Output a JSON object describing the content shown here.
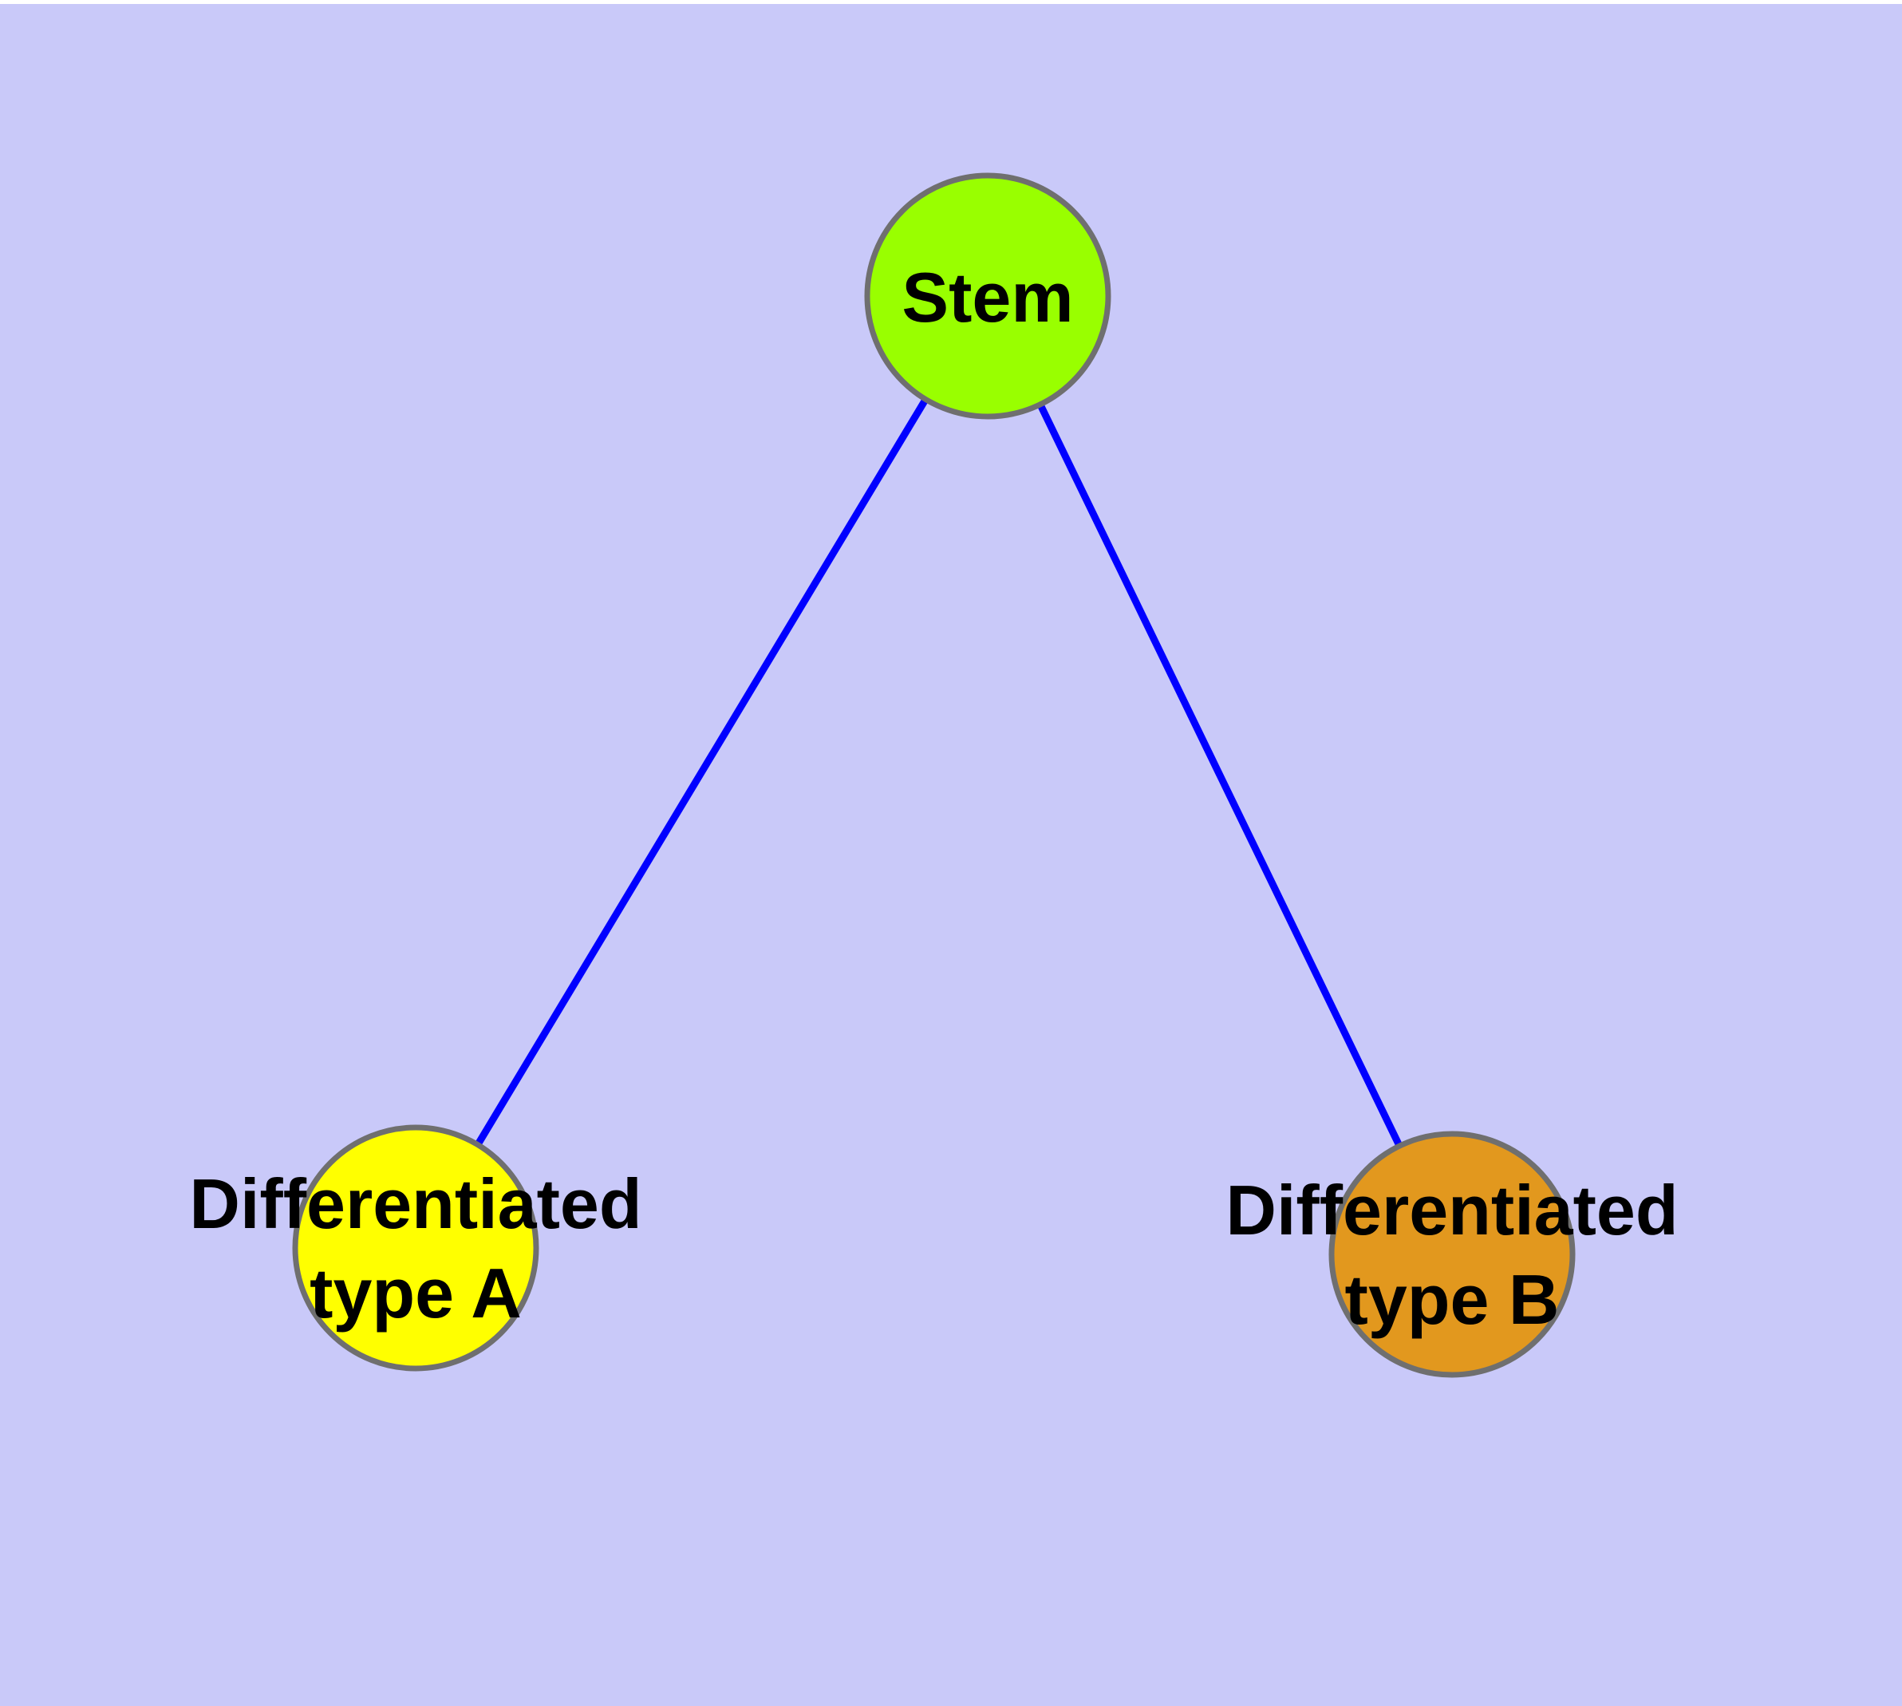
{
  "diagram": {
    "title": "Stem cell differentiation graph",
    "colors": {
      "background": "#C9C9F9",
      "page_margin": "#FFFFFF",
      "edge": "#0000FF",
      "node_border": "#6F6F6F",
      "label_text": "#000000"
    },
    "nodes": [
      {
        "id": "stem",
        "label": "Stem",
        "label_lines": [
          "Stem"
        ],
        "color": "#99FF00"
      },
      {
        "id": "differentiated-type-a",
        "label": "Differentiated type A",
        "label_lines": [
          "Differentiated",
          "type A"
        ],
        "color": "#FFFF00"
      },
      {
        "id": "differentiated-type-b",
        "label": "Differentiated type B",
        "label_lines": [
          "Differentiated",
          "type B"
        ],
        "color": "#E2981E"
      }
    ],
    "edges": [
      {
        "from": "Stem",
        "to": "Differentiated type A"
      },
      {
        "from": "Stem",
        "to": "Differentiated type B"
      }
    ]
  }
}
